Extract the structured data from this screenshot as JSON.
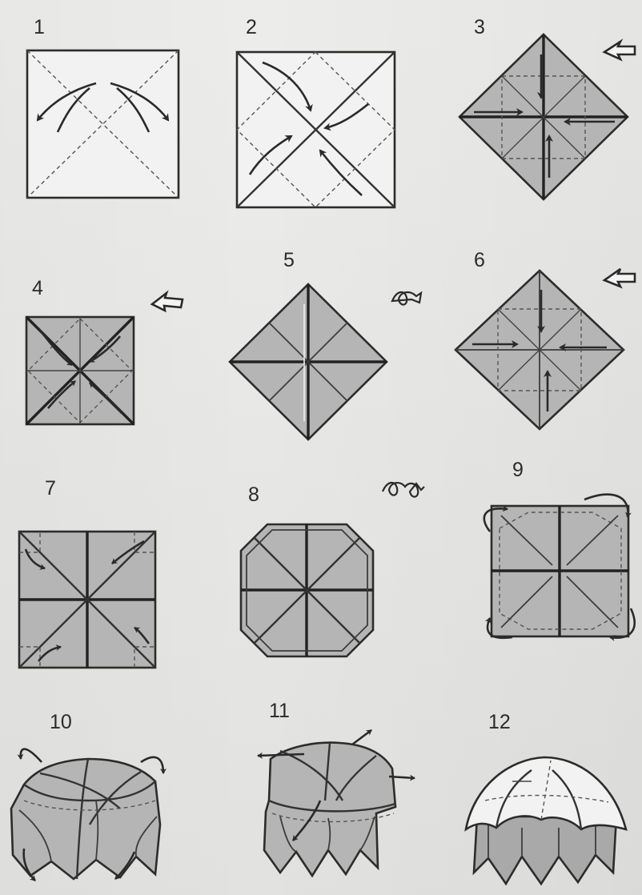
{
  "steps": [
    {
      "number": "1"
    },
    {
      "number": "2"
    },
    {
      "number": "3"
    },
    {
      "number": "4"
    },
    {
      "number": "5"
    },
    {
      "number": "6"
    },
    {
      "number": "7"
    },
    {
      "number": "8"
    },
    {
      "number": "9"
    },
    {
      "number": "10"
    },
    {
      "number": "11"
    },
    {
      "number": "12"
    }
  ],
  "symbols": {
    "turn_over": "turn-over-arrow-icon",
    "rotate": "rotate-loop-icon",
    "fold_arrow": "fold-arrow-icon"
  },
  "colors": {
    "background": "#e6e6e4",
    "paper_colored": "#b5b5b5",
    "paper_white": "#f2f2f2",
    "ink": "#2c2c2c"
  }
}
